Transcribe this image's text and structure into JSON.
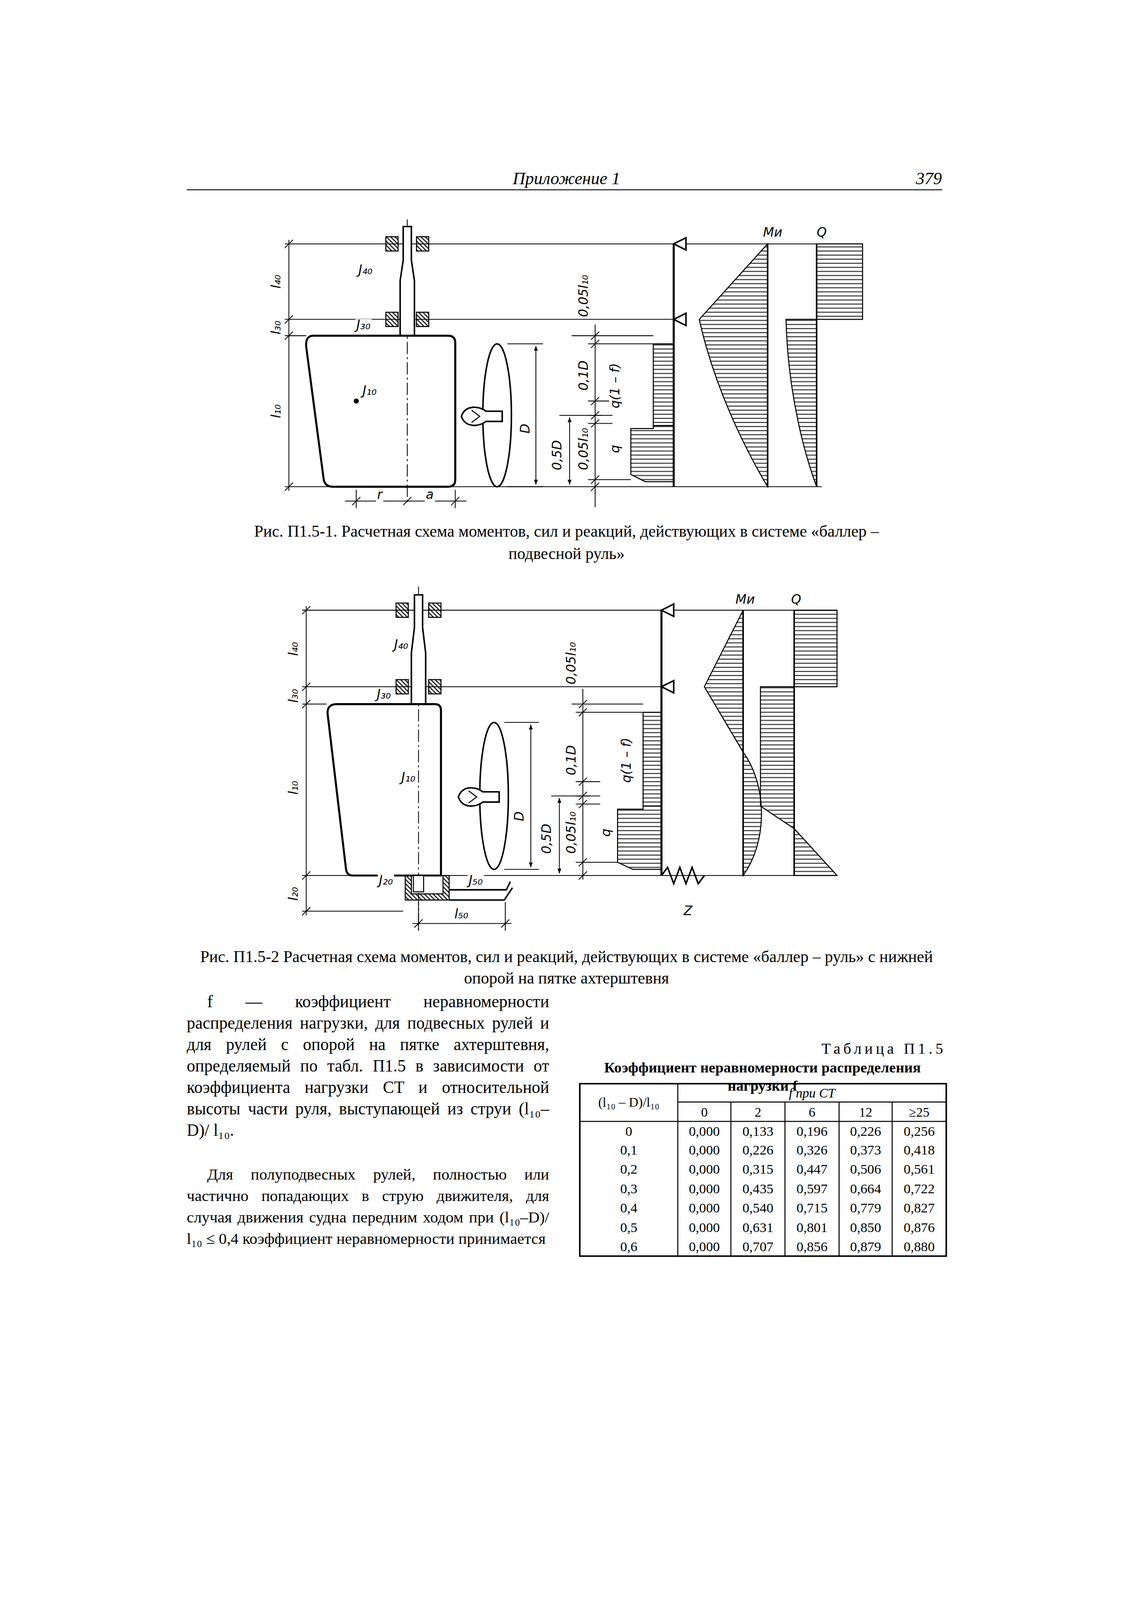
{
  "diagram": {
    "labels": [
      "Приложение 1",
      "379",
      "l₄₀",
      "l₃₀",
      "l₁₀",
      "J₄₀",
      "J₃₀",
      "J₁₀",
      "r",
      "a",
      "D",
      "0,05l₁₀",
      "0,1D",
      "q(1 – f)",
      "0,5D",
      "0,05l₁₀",
      "q",
      "Mи",
      "Q",
      "Рис. П1.5-1. Расчетная схема моментов, сил и реакций, действующих в системе «баллер – подвесной руль»",
      "l₄₀",
      "l₃₀",
      "l₁₀",
      "l₂₀",
      "J₄₀",
      "J₃₀",
      "J₁₀",
      "J₂₀",
      "J₅₀",
      "l₅₀",
      "D",
      "0,05l₁₀",
      "0,1D",
      "q(1 – f)",
      "0,5D",
      "0,05l₁₀",
      "q",
      "Mи",
      "Q",
      "Z",
      "Рис. П1.5-2 Расчетная схема моментов, сил и реакций, действующих в системе «баллер – руль» с нижней опорой на пятке ахтерштевня",
      "f — коэффициент неравномерности распределения нагрузки, для подвесных рулей и для рулей с опорой на пятке ахтерштевня, определяемый по табл. П1.5 в зависимости от коэффициента нагрузки CT и относительной высоты части руля, выступающей из струи (l₁₀–D)/ l₁₀.",
      "Для полуподвесных рулей, полностью или частично попадающих в струю движителя, для случая движения судна передним ходом при (l₁₀–D)/ l₁₀ ≤ 0,4 коэффициент неравномерности принимается",
      "Таблица П1.5",
      "Коэффициент неравномерности распределения нагрузки f",
      "(l₁₀ – D)/l₁₀",
      "f при CT",
      "0",
      "2",
      "6",
      "12",
      "≥25",
      "0",
      "0,000",
      "0,133",
      "0,196",
      "0,226",
      "0,256",
      "0,1",
      "0,000",
      "0,226",
      "0,326",
      "0,373",
      "0,418",
      "0,2",
      "0,000",
      "0,315",
      "0,447",
      "0,506",
      "0,561",
      "0,3",
      "0,000",
      "0,435",
      "0,597",
      "0,664",
      "0,722",
      "0,4",
      "0,000",
      "0,540",
      "0,715",
      "0,779",
      "0,827",
      "0,5",
      "0,000",
      "0,631",
      "0,801",
      "0,850",
      "0,876",
      "0,6",
      "0,000",
      "0,707",
      "0,856",
      "0,879",
      "0,880"
    ]
  }
}
